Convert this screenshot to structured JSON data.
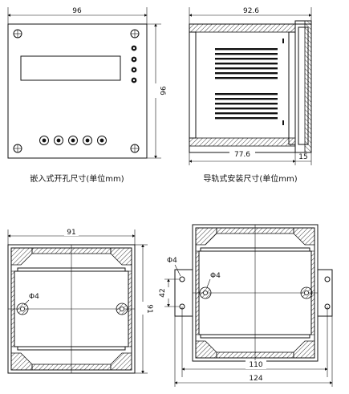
{
  "front_view": {
    "width_label": "96",
    "height_label": "96",
    "caption": "嵌入式开孔尺寸(单位mm)"
  },
  "side_view": {
    "width_label": "92.6",
    "inner_label": "77.6",
    "rail_label": "15",
    "caption": "导轨式安装尺寸(单位mm)"
  },
  "cutout_view": {
    "width_label": "91",
    "height_label": "91",
    "hole_label": "Φ4"
  },
  "rail_view": {
    "hole_label_top": "Φ4",
    "hole_label_mid": "Φ4",
    "spacing_label": "42",
    "inner_width_label": "110",
    "outer_width_label": "124"
  }
}
